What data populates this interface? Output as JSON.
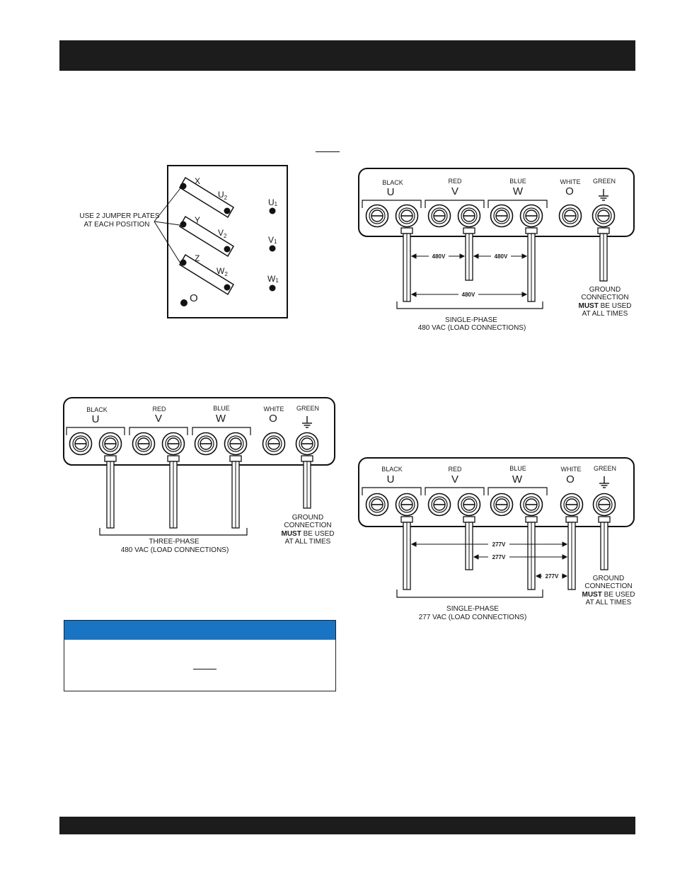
{
  "jumper": {
    "callout_line1": "USE 2 JUMPER PLATES",
    "callout_line2": "AT EACH POSITION",
    "labels": [
      {
        "letter": "X",
        "base": "U",
        "sub": "2"
      },
      {
        "letter": "Y",
        "base": "V",
        "sub": "2"
      },
      {
        "letter": "Z",
        "base": "W",
        "sub": "2"
      }
    ],
    "right_terminals": [
      {
        "base": "U",
        "sub": "1"
      },
      {
        "base": "V",
        "sub": "1"
      },
      {
        "base": "W",
        "sub": "1"
      }
    ],
    "neutral": "O"
  },
  "panels": {
    "single_480": {
      "groups": [
        {
          "color": "BLACK",
          "letter": "U"
        },
        {
          "color": "RED",
          "letter": "V"
        },
        {
          "color": "BLUE",
          "letter": "W"
        },
        {
          "color": "WHITE",
          "letter": "O"
        },
        {
          "color": "GREEN",
          "letter": ""
        }
      ],
      "voltages": [
        "480V",
        "480V",
        "480V"
      ],
      "caption_line1": "SINGLE-PHASE",
      "caption_line2": "480 VAC (LOAD CONNECTIONS)",
      "ground": {
        "line1": "GROUND",
        "line2": "CONNECTION",
        "must": "MUST",
        "line3_rest": " BE USED",
        "line4": "AT ALL TIMES"
      }
    },
    "three_480": {
      "groups": [
        {
          "color": "BLACK",
          "letter": "U"
        },
        {
          "color": "RED",
          "letter": "V"
        },
        {
          "color": "BLUE",
          "letter": "W"
        },
        {
          "color": "WHITE",
          "letter": "O"
        },
        {
          "color": "GREEN",
          "letter": ""
        }
      ],
      "caption_line1": "THREE-PHASE",
      "caption_line2": "480 VAC (LOAD CONNECTIONS)",
      "ground": {
        "line1": "GROUND",
        "line2": "CONNECTION",
        "must": "MUST",
        "line3_rest": " BE USED",
        "line4": "AT ALL TIMES"
      }
    },
    "single_277": {
      "groups": [
        {
          "color": "BLACK",
          "letter": "U"
        },
        {
          "color": "RED",
          "letter": "V"
        },
        {
          "color": "BLUE",
          "letter": "W"
        },
        {
          "color": "WHITE",
          "letter": "O"
        },
        {
          "color": "GREEN",
          "letter": ""
        }
      ],
      "voltages": [
        "277V",
        "277V",
        "277V"
      ],
      "caption_line1": "SINGLE-PHASE",
      "caption_line2": "277 VAC (LOAD CONNECTIONS)",
      "ground": {
        "line1": "GROUND",
        "line2": "CONNECTION",
        "must": "MUST",
        "line3_rest": " BE USED",
        "line4": "AT ALL TIMES"
      }
    }
  },
  "colors": {
    "header_bar": "#1c1c1c",
    "callout_header": "#1a74c4"
  }
}
